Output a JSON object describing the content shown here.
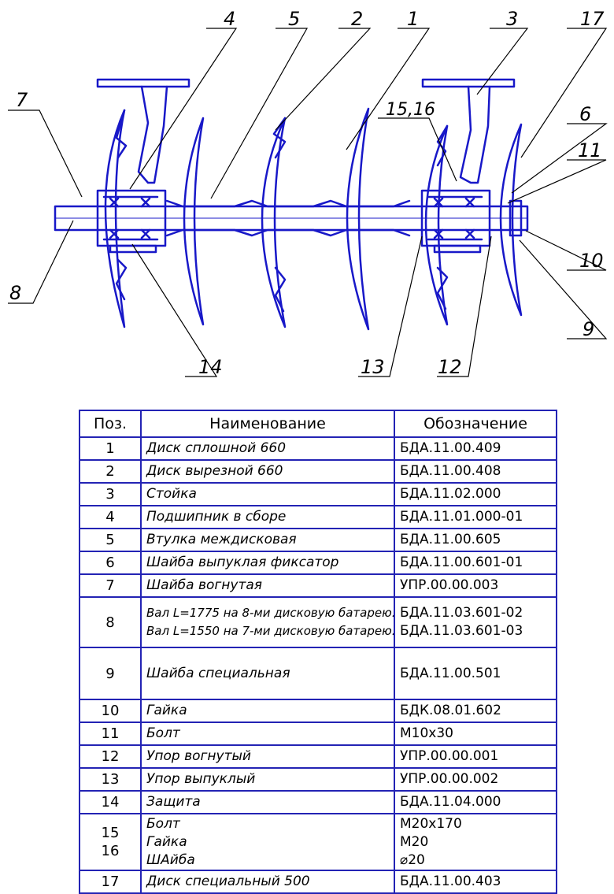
{
  "callouts": [
    "4",
    "5",
    "2",
    "1",
    "3",
    "17",
    "7",
    "15,16",
    "6",
    "11",
    "8",
    "10",
    "9",
    "14",
    "13",
    "12"
  ],
  "table": {
    "headers": [
      "Поз.",
      "Наименование",
      "Обозначение"
    ],
    "rows": [
      {
        "pos": [
          "1"
        ],
        "name": [
          "Диск сплошной 660"
        ],
        "code": [
          "БДА.11.00.409"
        ]
      },
      {
        "pos": [
          "2"
        ],
        "name": [
          "Диск вырезной 660"
        ],
        "code": [
          "БДА.11.00.408"
        ]
      },
      {
        "pos": [
          "3"
        ],
        "name": [
          "Стойка"
        ],
        "code": [
          "БДА.11.02.000"
        ]
      },
      {
        "pos": [
          "4"
        ],
        "name": [
          "Подшипник в сборе"
        ],
        "code": [
          "БДА.11.01.000-01"
        ]
      },
      {
        "pos": [
          "5"
        ],
        "name": [
          "Втулка междисковая"
        ],
        "code": [
          "БДА.11.00.605"
        ]
      },
      {
        "pos": [
          "6"
        ],
        "name": [
          "Шайба выпуклая фиксатор"
        ],
        "code": [
          "БДА.11.00.601-01"
        ]
      },
      {
        "pos": [
          "7"
        ],
        "name": [
          "Шайба вогнутая"
        ],
        "code": [
          "УПР.00.00.003"
        ]
      },
      {
        "pos": [
          "8"
        ],
        "name": [
          "Вал L=1775 на 8-ми дисковую батарею.",
          "Вал L=1550 на 7-ми дисковую батарею."
        ],
        "code": [
          "БДА.11.03.601-02",
          "БДА.11.03.601-03"
        ]
      },
      {
        "pos": [
          "9"
        ],
        "name": [
          "Шайба специальная"
        ],
        "code": [
          "БДА.11.00.501"
        ]
      },
      {
        "pos": [
          "10"
        ],
        "name": [
          "Гайка"
        ],
        "code": [
          "БДК.08.01.602"
        ]
      },
      {
        "pos": [
          "11"
        ],
        "name": [
          "Болт"
        ],
        "code": [
          "М10х30"
        ]
      },
      {
        "pos": [
          "12"
        ],
        "name": [
          "Упор вогнутый"
        ],
        "code": [
          "УПР.00.00.001"
        ]
      },
      {
        "pos": [
          "13"
        ],
        "name": [
          "Упор выпуклый"
        ],
        "code": [
          "УПР.00.00.002"
        ]
      },
      {
        "pos": [
          "14"
        ],
        "name": [
          "Защита"
        ],
        "code": [
          "БДА.11.04.000"
        ]
      },
      {
        "pos": [
          "15",
          "16"
        ],
        "name": [
          "Болт",
          "Гайка",
          "ШАйба"
        ],
        "code": [
          "М20х170",
          "М20",
          "⌀20"
        ]
      },
      {
        "pos": [
          "17"
        ],
        "name": [
          "Диск специальный 500"
        ],
        "code": [
          "БДА.11.00.403"
        ]
      }
    ]
  }
}
